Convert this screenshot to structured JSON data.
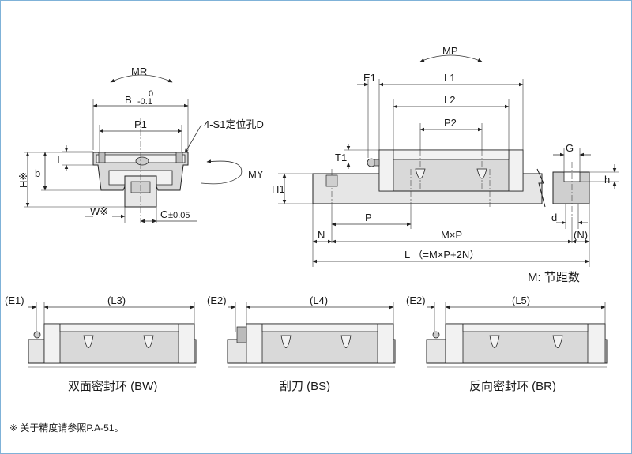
{
  "front_view": {
    "mr_label": "MR",
    "b_label": "B",
    "b_tol_upper": "0",
    "b_tol_lower": "-0.1",
    "p1_label": "P1",
    "hole_callout": "4-S1定位孔D",
    "my_label": "MY",
    "t_label": "T",
    "h_label": "H※",
    "b_small_label": "b",
    "w_label": "W※",
    "c_label": "C",
    "c_tol": "±0.05"
  },
  "side_view": {
    "mp_label": "MP",
    "e1_label": "E1",
    "l1_label": "L1",
    "l2_label": "L2",
    "p2_label": "P2",
    "t1_label": "T1",
    "h1_label": "H1",
    "g_label": "G",
    "h_small_label": "h",
    "p_label": "P",
    "d_label": "d",
    "n_label": "N",
    "mxp_label": "M×P",
    "n_paren_label": "(N)",
    "l_label": "L （=M×P+2N）",
    "m_note": "M: 节距数"
  },
  "variants": [
    {
      "e_label": "(E1)",
      "l_label": "(L3)",
      "caption": "双面密封环 (BW)"
    },
    {
      "e_label": "(E2)",
      "l_label": "(L4)",
      "caption": "刮刀 (BS)"
    },
    {
      "e_label": "(E2)",
      "l_label": "(L5)",
      "caption": "反向密封环 (BR)"
    }
  ],
  "footnote": "※ 关于精度请参照P.A-51。",
  "colors": {
    "frame_border": "#7fb2d8",
    "body_fill": "#d9d9d9",
    "line": "#222222"
  }
}
